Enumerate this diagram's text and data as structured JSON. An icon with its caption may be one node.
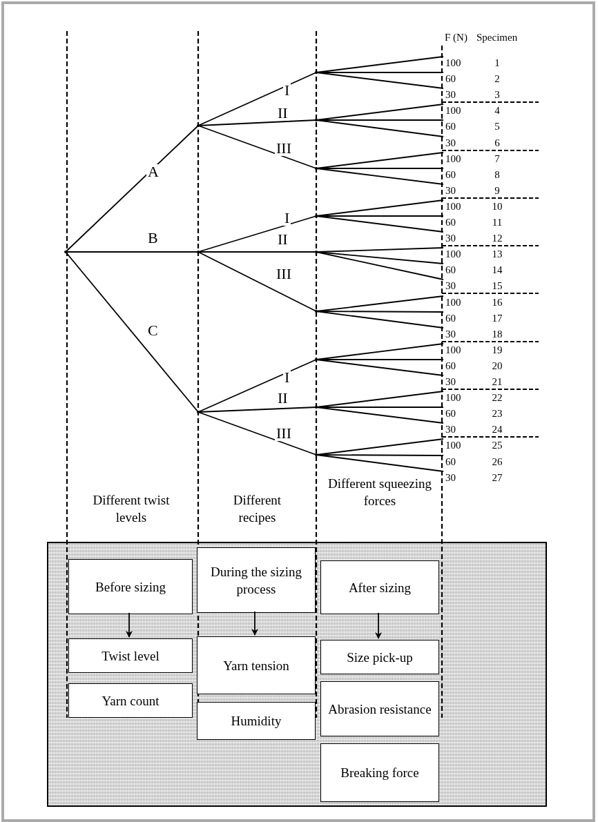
{
  "diagram": {
    "nodes": [
      {
        "text": [],
        "shape": "point"
      },
      {
        "text": [],
        "shape": "point"
      },
      {
        "text": [],
        "shape": "point"
      },
      {
        "text": [],
        "shape": "point"
      },
      {
        "text": [],
        "shape": "point"
      },
      {
        "text": [],
        "shape": "point"
      },
      {
        "text": [],
        "shape": "point"
      },
      {
        "text": [],
        "shape": "point"
      },
      {
        "text": [],
        "shape": "point"
      },
      {
        "text": [],
        "shape": "point"
      },
      {
        "text": [],
        "shape": "point"
      },
      {
        "text": [],
        "shape": "point"
      },
      {
        "text": [],
        "shape": "point"
      },
      {
        "text": [
          "100"
        ],
        "beside": [
          "1"
        ]
      },
      {
        "text": [
          "60"
        ],
        "beside": [
          "2"
        ]
      },
      {
        "text": [
          "30"
        ],
        "beside": [
          "3"
        ]
      },
      {
        "text": [
          "100"
        ],
        "beside": [
          "4"
        ]
      },
      {
        "text": [
          "60"
        ],
        "beside": [
          "5"
        ]
      },
      {
        "text": [
          "30"
        ],
        "beside": [
          "6"
        ]
      },
      {
        "text": [
          "100"
        ],
        "beside": [
          "7"
        ]
      },
      {
        "text": [
          "60"
        ],
        "beside": [
          "8"
        ]
      },
      {
        "text": [
          "30"
        ],
        "beside": [
          "9"
        ]
      },
      {
        "text": [
          "100"
        ],
        "beside": [
          "10"
        ]
      },
      {
        "text": [
          "60"
        ],
        "beside": [
          "11"
        ]
      },
      {
        "text": [
          "30"
        ],
        "beside": [
          "12"
        ]
      },
      {
        "text": [
          "100"
        ],
        "beside": [
          "13"
        ]
      },
      {
        "text": [
          "60"
        ],
        "beside": [
          "14"
        ]
      },
      {
        "text": [
          "30"
        ],
        "beside": [
          "15"
        ]
      },
      {
        "text": [
          "100"
        ],
        "beside": [
          "16"
        ]
      },
      {
        "text": [
          "60"
        ],
        "beside": [
          "17"
        ]
      },
      {
        "text": [
          "30"
        ],
        "beside": [
          "18"
        ]
      },
      {
        "text": [
          "100"
        ],
        "beside": [
          "19"
        ]
      },
      {
        "text": [
          "60"
        ],
        "beside": [
          "20"
        ]
      },
      {
        "text": [
          "30"
        ],
        "beside": [
          "21"
        ]
      },
      {
        "text": [
          "100"
        ],
        "beside": [
          "22"
        ]
      },
      {
        "text": [
          "60"
        ],
        "beside": [
          "23"
        ]
      },
      {
        "text": [
          "30"
        ],
        "beside": [
          "24"
        ]
      },
      {
        "text": [
          "100"
        ],
        "beside": [
          "25"
        ]
      },
      {
        "text": [
          "60"
        ],
        "beside": [
          "26"
        ]
      },
      {
        "text": [
          "30"
        ],
        "beside": [
          "27"
        ]
      },
      {
        "text": [],
        "shape": "box"
      },
      {
        "text": [
          "Before sizing"
        ],
        "in": 40
      },
      {
        "text": [
          "Twist level"
        ],
        "in": 40
      },
      {
        "text": [
          "Yarn count"
        ],
        "in": 40
      },
      {
        "text": [
          "During the sizing process"
        ],
        "in": 40
      },
      {
        "text": [
          "Yarn tension"
        ],
        "in": 40
      },
      {
        "text": [
          "Humidity"
        ],
        "in": 40
      },
      {
        "text": [
          "After sizing"
        ],
        "in": 40
      },
      {
        "text": [
          "Size pick-up"
        ],
        "in": 40
      },
      {
        "text": [
          "Abrasion resistance"
        ],
        "in": 40
      },
      {
        "text": [
          "Breaking force"
        ],
        "in": 40
      }
    ],
    "edges": [
      {
        "from": 0,
        "to": 1,
        "arrow": "none",
        "label": "A"
      },
      {
        "from": 0,
        "to": 2,
        "arrow": "none",
        "label": "B"
      },
      {
        "from": 0,
        "to": 3,
        "arrow": "none",
        "label": "C"
      },
      {
        "from": 1,
        "to": 4,
        "arrow": "none",
        "label": "I"
      },
      {
        "from": 1,
        "to": 5,
        "arrow": "none",
        "label": "II"
      },
      {
        "from": 1,
        "to": 6,
        "arrow": "none",
        "label": "III"
      },
      {
        "from": 2,
        "to": 7,
        "arrow": "none",
        "label": "I"
      },
      {
        "from": 2,
        "to": 8,
        "arrow": "none",
        "label": "II"
      },
      {
        "from": 2,
        "to": 9,
        "arrow": "none",
        "label": "III"
      },
      {
        "from": 3,
        "to": 10,
        "arrow": "none",
        "label": "I"
      },
      {
        "from": 3,
        "to": 11,
        "arrow": "none",
        "label": "II"
      },
      {
        "from": 3,
        "to": 12,
        "arrow": "none",
        "label": "III"
      },
      {
        "from": 4,
        "to": 13,
        "arrow": "none"
      },
      {
        "from": 4,
        "to": 14,
        "arrow": "none"
      },
      {
        "from": 4,
        "to": 15,
        "arrow": "none"
      },
      {
        "from": 5,
        "to": 16,
        "arrow": "none"
      },
      {
        "from": 5,
        "to": 17,
        "arrow": "none"
      },
      {
        "from": 5,
        "to": 18,
        "arrow": "none"
      },
      {
        "from": 6,
        "to": 19,
        "arrow": "none"
      },
      {
        "from": 6,
        "to": 20,
        "arrow": "none"
      },
      {
        "from": 6,
        "to": 21,
        "arrow": "none"
      },
      {
        "from": 7,
        "to": 22,
        "arrow": "none"
      },
      {
        "from": 7,
        "to": 23,
        "arrow": "none"
      },
      {
        "from": 7,
        "to": 24,
        "arrow": "none"
      },
      {
        "from": 8,
        "to": 25,
        "arrow": "none"
      },
      {
        "from": 8,
        "to": 26,
        "arrow": "none"
      },
      {
        "from": 8,
        "to": 27,
        "arrow": "none"
      },
      {
        "from": 9,
        "to": 28,
        "arrow": "none"
      },
      {
        "from": 9,
        "to": 29,
        "arrow": "none"
      },
      {
        "from": 9,
        "to": 30,
        "arrow": "none"
      },
      {
        "from": 10,
        "to": 31,
        "arrow": "none"
      },
      {
        "from": 10,
        "to": 32,
        "arrow": "none"
      },
      {
        "from": 10,
        "to": 33,
        "arrow": "none"
      },
      {
        "from": 11,
        "to": 34,
        "arrow": "none"
      },
      {
        "from": 11,
        "to": 35,
        "arrow": "none"
      },
      {
        "from": 11,
        "to": 36,
        "arrow": "none"
      },
      {
        "from": 12,
        "to": 37,
        "arrow": "none"
      },
      {
        "from": 12,
        "to": 38,
        "arrow": "none"
      },
      {
        "from": 12,
        "to": 39,
        "arrow": "none"
      },
      {
        "from": 41,
        "to": 42,
        "arrow": "to"
      },
      {
        "from": 44,
        "to": 45,
        "arrow": "to"
      },
      {
        "from": 47,
        "to": 48,
        "arrow": "to"
      }
    ],
    "labels": [
      "F (N)",
      "Specimen",
      "Different twist levels",
      "Different recipes",
      "Different squeezing forces"
    ]
  }
}
